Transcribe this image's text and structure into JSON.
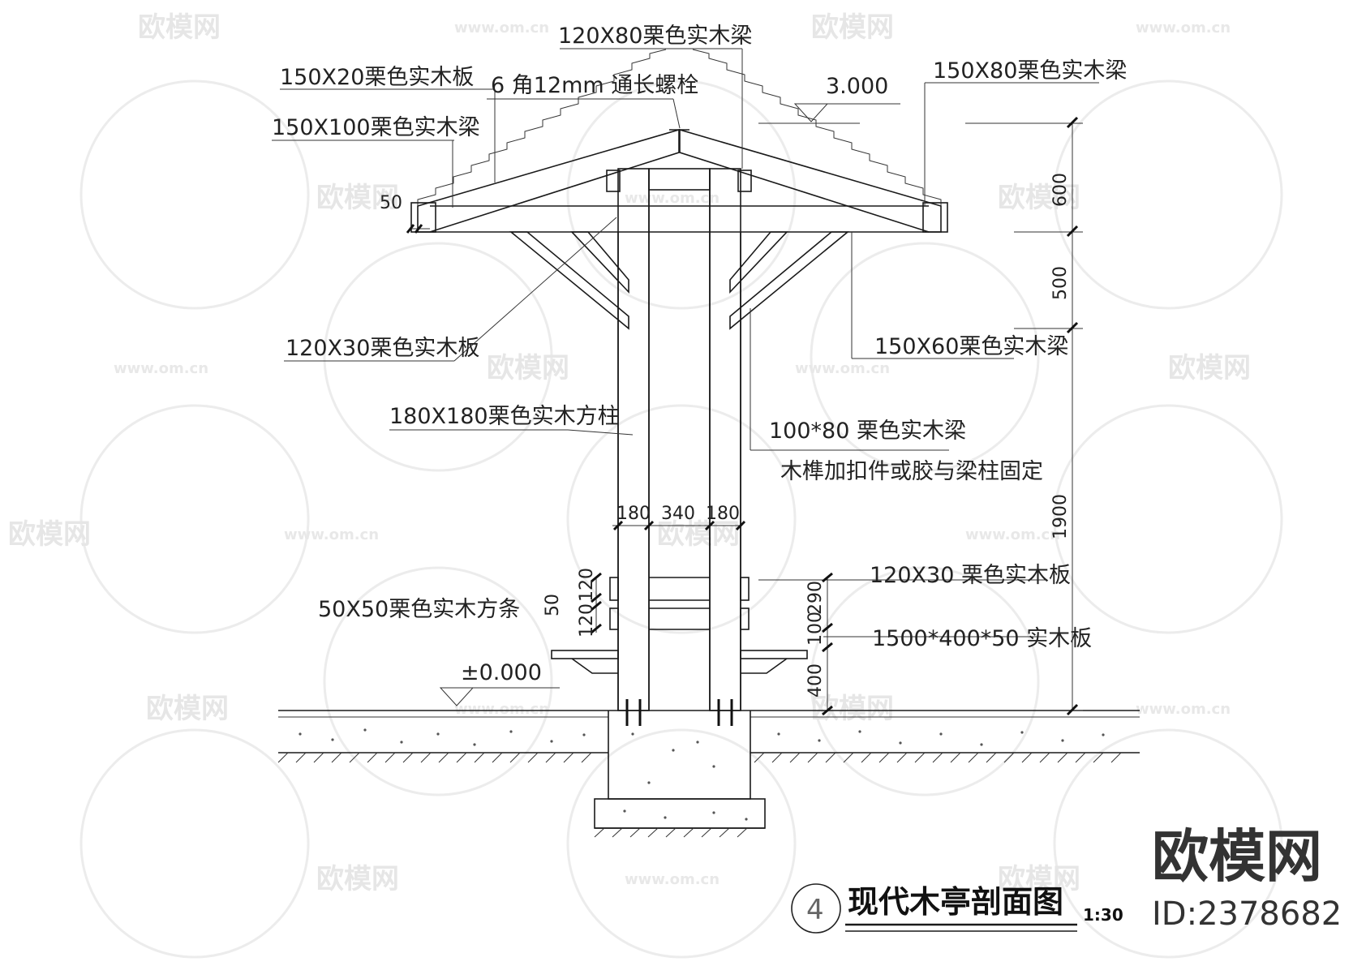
{
  "colors": {
    "line": "#1a1a1a",
    "watermark": "#e6e6e6",
    "background": "#ffffff"
  },
  "watermark": {
    "brand": "欧模网",
    "url": "www.om.cn"
  },
  "labels": {
    "beam_120x80": "120X80栗色实木梁",
    "board_150x20": "150X20栗色实木板",
    "bolt": "6 角12mm 通长螺栓",
    "beam_150x100": "150X100栗色实木梁",
    "beam_150x80": "150X80栗色实木梁",
    "elevation_top": "3.000",
    "board_120x30_upper": "120X30栗色实木板",
    "beam_150x60": "150X60栗色实木梁",
    "column_180": "180X180栗色实木方柱",
    "beam_100x80": "100*80 栗色实木梁",
    "fixing_note": "木榫加扣件或胶与梁柱固定",
    "strip_50x50": "50X50栗色实木方条",
    "board_120x30_lower": "120X30 栗色实木板",
    "seat_board": "1500*400*50 实木板",
    "elevation_ground": "±0.000"
  },
  "dimensions": {
    "d50": "50",
    "d600": "600",
    "d500": "500",
    "d1900": "1900",
    "d180_left": "180",
    "d340": "340",
    "d180_right": "180",
    "d120_a": "120",
    "d50_b": "50",
    "d120_b": "120",
    "d290": "290",
    "d100": "100",
    "d400": "400"
  },
  "title": {
    "number": "4",
    "text": "现代木亭剖面图",
    "scale": "1:30"
  },
  "stamp": {
    "brand": "欧模网",
    "id": "ID:2378682"
  }
}
